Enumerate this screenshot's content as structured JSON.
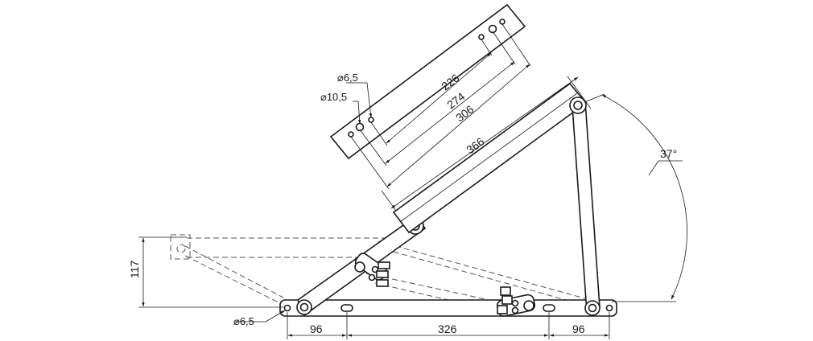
{
  "dimensions": {
    "hole_small": "⌀6,5",
    "hole_large": "⌀10,5",
    "hole_base": "⌀6,5",
    "len_226": "226",
    "len_274": "274",
    "len_306": "306",
    "len_366": "366",
    "angle": "37°",
    "height_117": "117",
    "base_left": "96",
    "base_mid": "326",
    "base_right": "96"
  }
}
